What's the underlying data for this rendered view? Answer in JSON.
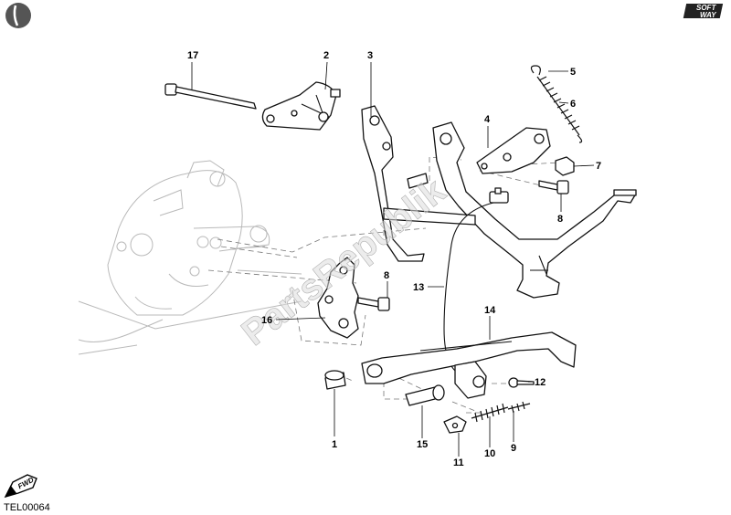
{
  "diagram": {
    "document_code": "TEL00064",
    "brand_badge": {
      "line1": "SOFT",
      "line2": "WAY"
    },
    "fwd_label": "FWD",
    "watermark": "PartsRepublik",
    "callouts": [
      {
        "id": "17",
        "label": "17"
      },
      {
        "id": "2",
        "label": "2"
      },
      {
        "id": "3",
        "label": "3"
      },
      {
        "id": "5",
        "label": "5"
      },
      {
        "id": "6",
        "label": "6"
      },
      {
        "id": "4",
        "label": "4"
      },
      {
        "id": "7",
        "label": "7"
      },
      {
        "id": "8a",
        "label": "8"
      },
      {
        "id": "8b",
        "label": "8"
      },
      {
        "id": "13",
        "label": "13"
      },
      {
        "id": "16",
        "label": "16"
      },
      {
        "id": "14",
        "label": "14"
      },
      {
        "id": "12",
        "label": "12"
      },
      {
        "id": "1",
        "label": "1"
      },
      {
        "id": "15",
        "label": "15"
      },
      {
        "id": "11",
        "label": "11"
      },
      {
        "id": "10",
        "label": "10"
      },
      {
        "id": "9",
        "label": "9"
      }
    ]
  }
}
